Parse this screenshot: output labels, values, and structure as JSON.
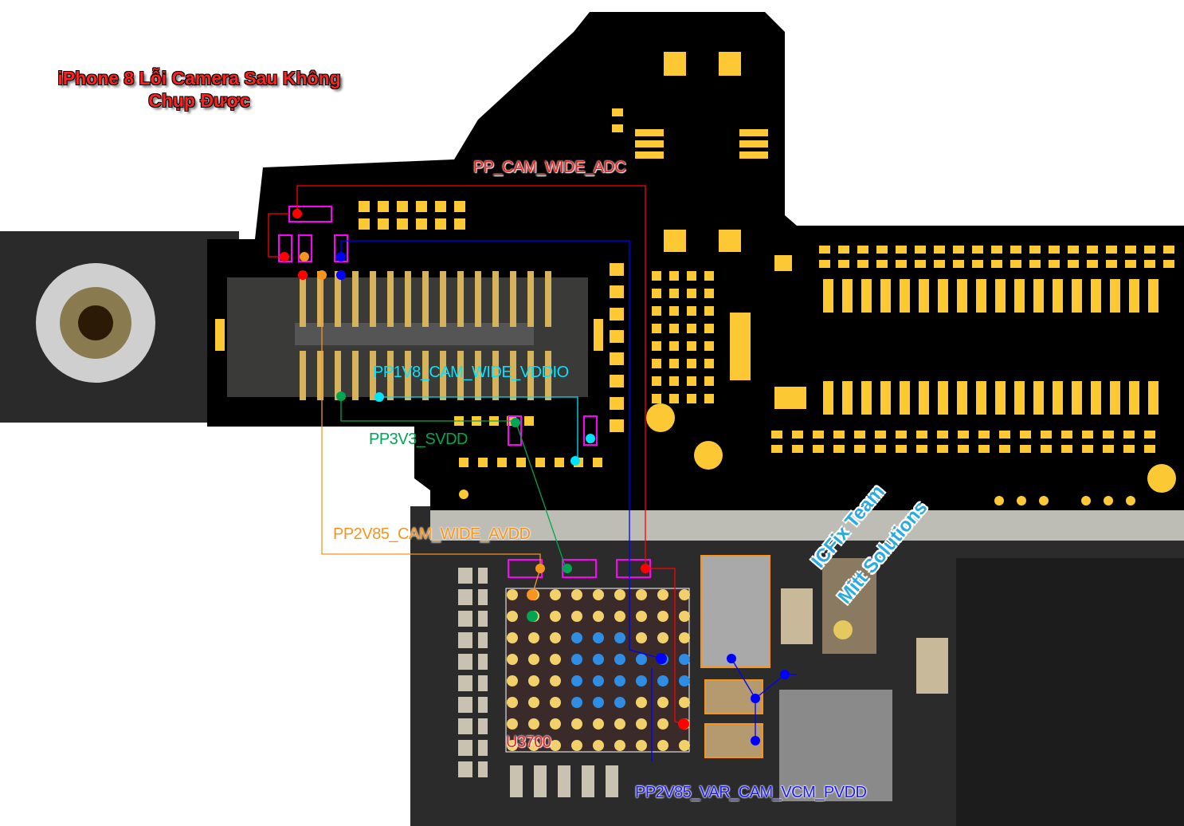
{
  "title": {
    "line1": "iPhone 8 Lỗi Camera Sau Không",
    "line2": "Chụp Được"
  },
  "nets": {
    "adc": "PP_CAM_WIDE_ADC",
    "vddio": "PP1V8_CAM_WIDE_VDDIO",
    "svdd": "PP3V3_SVDD",
    "avdd": "PP2V85_CAM_WIDE_AVDD",
    "vcm": "PP2V85_VAR_CAM_VCM_PVDD"
  },
  "chip_label": "U3700",
  "watermark": {
    "line1": "ICFix Team",
    "line2": "Mitt Solutions"
  },
  "colors": {
    "adc": "#ff0000",
    "vddio": "#00e5ff",
    "svdd": "#00a651",
    "avdd": "#f7941d",
    "vcm": "#0000ff",
    "pad": "#fcc934",
    "board": "#000000",
    "highlight": "#ff00ff"
  }
}
